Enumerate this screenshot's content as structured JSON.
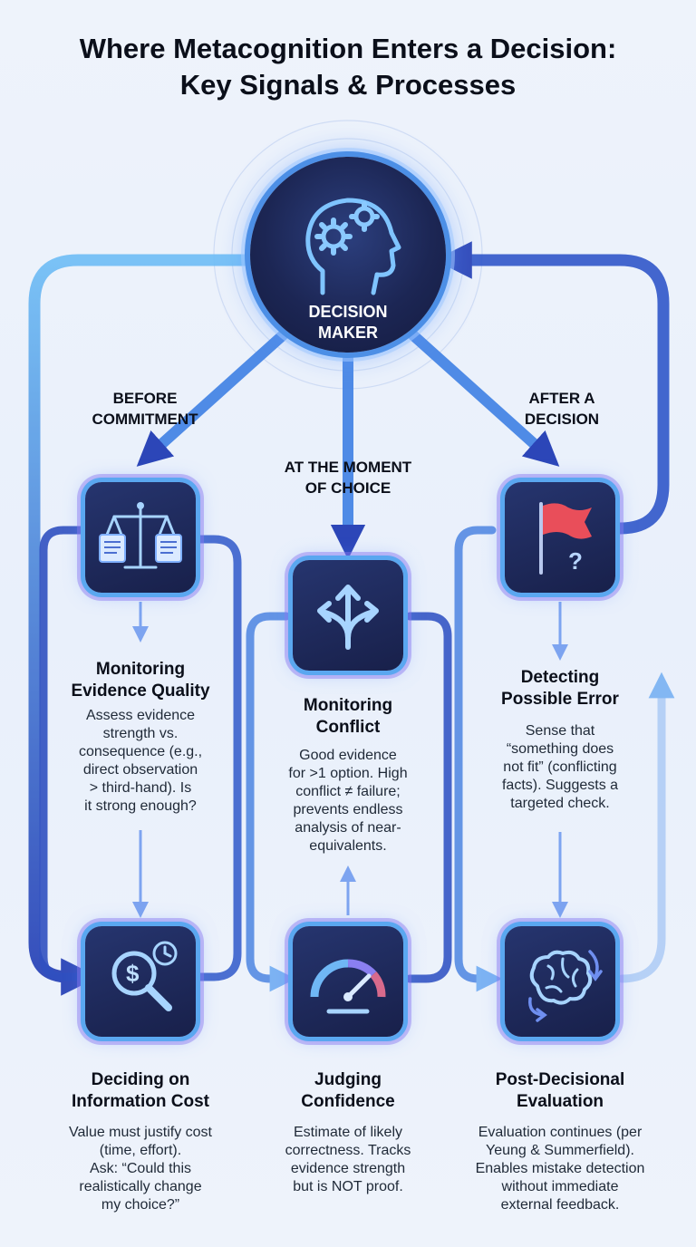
{
  "title": {
    "line1": "Where Metacognition Enters a Decision:",
    "line2": "Key Signals & Processes"
  },
  "hub": {
    "icon": "head-with-gears-icon",
    "line1": "DECISION",
    "line2": "MAKER"
  },
  "phases": {
    "before": {
      "line1": "BEFORE",
      "line2": "COMMITMENT"
    },
    "moment": {
      "line1": "AT THE MOMENT",
      "line2": "OF CHOICE"
    },
    "after": {
      "line1": "AFTER A",
      "line2": "DECISION"
    }
  },
  "nodes": {
    "evidence": {
      "icon": "balance-scale-icon",
      "title": [
        "Monitoring",
        "Evidence Quality"
      ],
      "desc": [
        "Assess evidence",
        "strength vs.",
        "consequence (e.g.,",
        "direct observation",
        "> third-hand). Is",
        "it strong enough?"
      ]
    },
    "conflict": {
      "icon": "branching-arrows-icon",
      "title": [
        "Monitoring",
        "Conflict"
      ],
      "desc": [
        "Good evidence",
        "for >1 option. High",
        "conflict ≠ failure;",
        "prevents endless",
        "analysis of near-",
        "equivalents."
      ]
    },
    "error": {
      "icon": "flag-question-icon",
      "title": [
        "Detecting",
        "Possible Error"
      ],
      "desc": [
        "Sense that",
        "“something does",
        "not fit” (conflicting",
        "facts). Suggests a",
        "targeted check."
      ]
    },
    "cost": {
      "icon": "dollar-magnifier-clock-icon",
      "title": [
        "Deciding on",
        "Information Cost"
      ],
      "desc": [
        "Value must justify cost",
        "(time, effort).",
        "Ask: “Could this",
        "realistically change",
        "my choice?”"
      ]
    },
    "confidence": {
      "icon": "gauge-icon",
      "title": [
        "Judging",
        "Confidence"
      ],
      "desc": [
        "Estimate of likely",
        "correctness. Tracks",
        "evidence strength",
        "but is NOT proof."
      ]
    },
    "evaluation": {
      "icon": "brain-refresh-icon",
      "title": [
        "Post-Decisional",
        "Evaluation"
      ],
      "desc": [
        "Evaluation continues (per",
        "Yeung & Summerfield).",
        "Enables mistake detection",
        "without immediate",
        "external feedback."
      ]
    }
  },
  "colors": {
    "flow_dark": "#2f4fc0",
    "flow_light": "#7ec3f5",
    "node_fill": "#1c2654",
    "node_glow": "#5aa7f0"
  }
}
